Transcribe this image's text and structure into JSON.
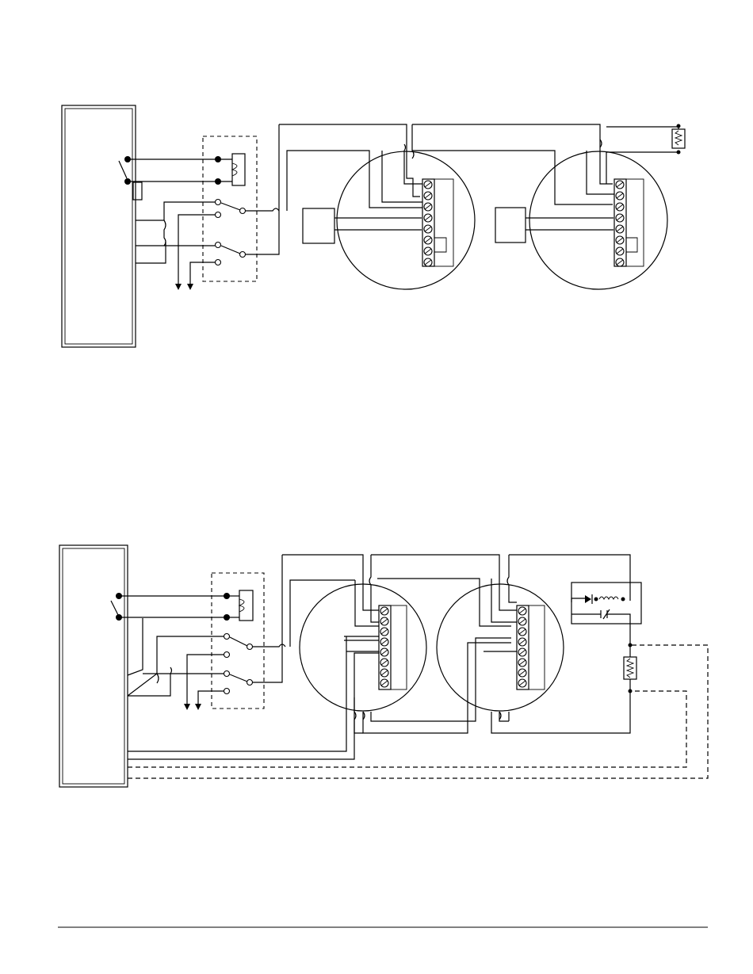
{
  "page": {
    "background": "#ffffff",
    "line_color": "#000000",
    "text": []
  },
  "diagrams": [
    {
      "id": "top",
      "detectors": 2,
      "terminals_per_detector": 8,
      "has_end_of_line_resistor": true,
      "has_power_supervision_relay": false
    },
    {
      "id": "bottom",
      "detectors": 2,
      "terminals_per_detector": 8,
      "has_end_of_line_resistor": true,
      "has_power_supervision_relay": true
    }
  ]
}
